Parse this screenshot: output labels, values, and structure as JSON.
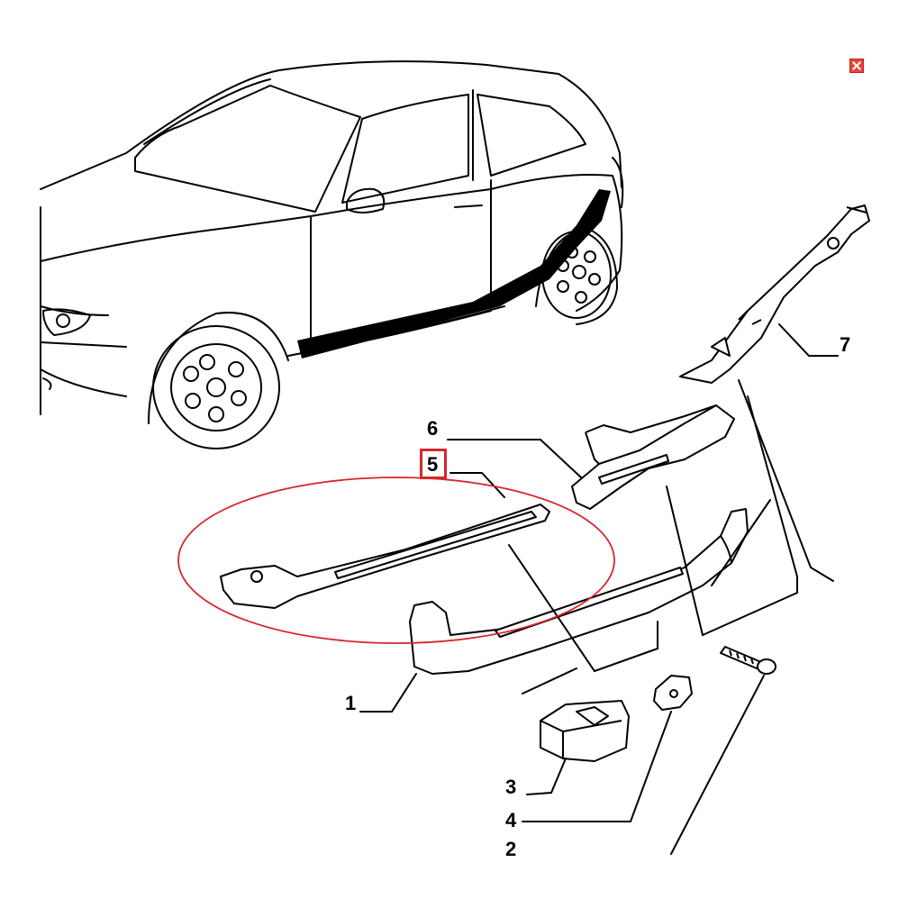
{
  "callouts": {
    "c1": "1",
    "c2": "2",
    "c3": "3",
    "c4": "4",
    "c5": "5",
    "c6": "6",
    "c7": "7"
  },
  "highlighted_part": "5",
  "colors": {
    "line": "#000000",
    "highlight": "#d6262b",
    "close_button": "#e8443a",
    "background": "#ffffff"
  },
  "icons": {
    "close": "close-icon"
  }
}
